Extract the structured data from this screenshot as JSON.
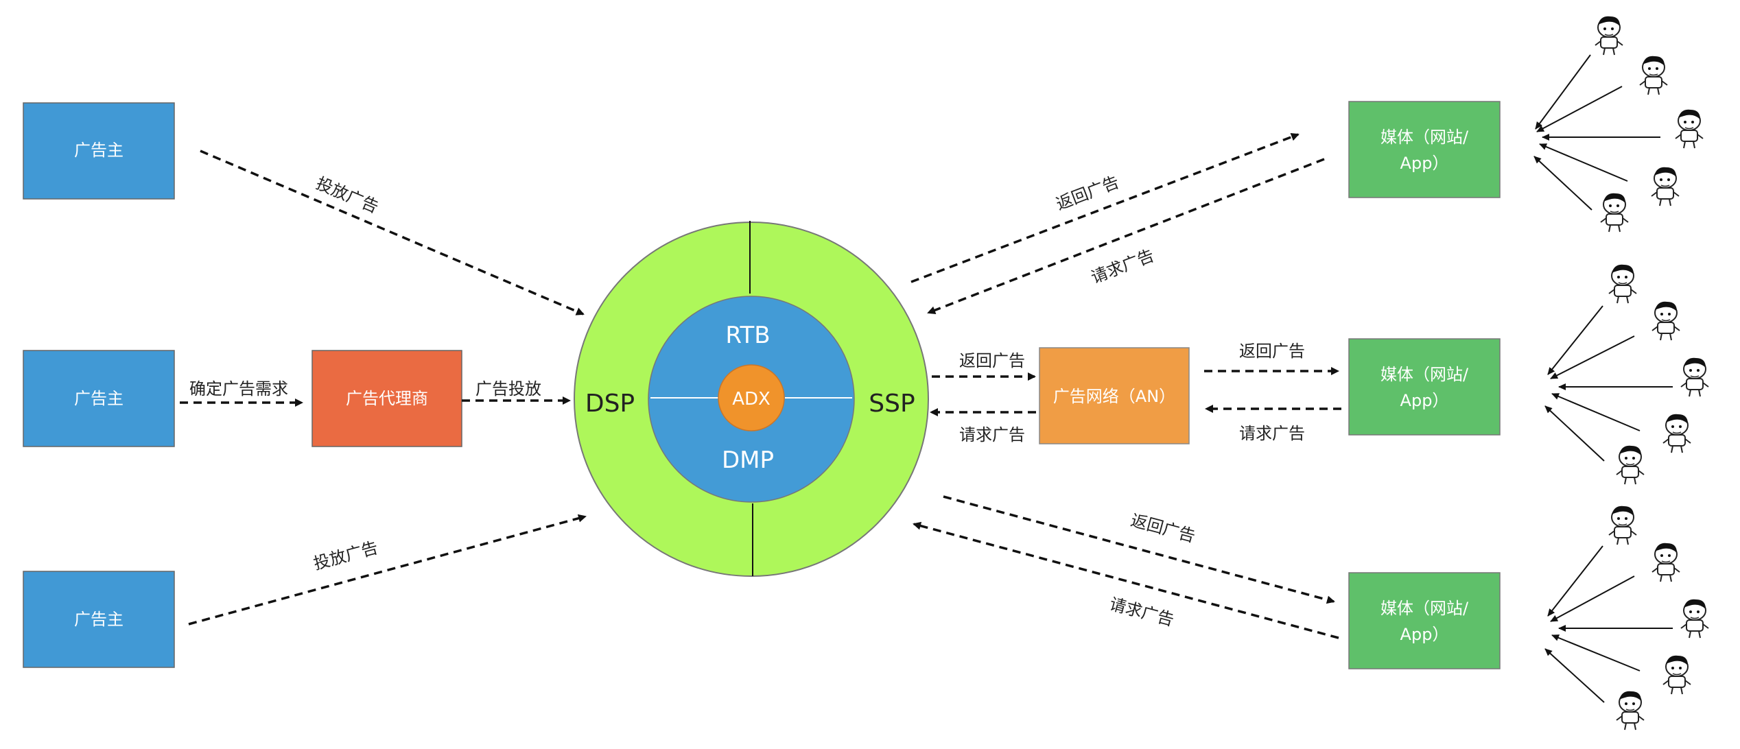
{
  "advertisers": [
    "广告主",
    "广告主",
    "广告主"
  ],
  "agency": {
    "label": "广告代理商"
  },
  "ad_network": {
    "label": "广告网络（AN）"
  },
  "media": [
    {
      "line1": "媒体（网站/",
      "line2": "App）"
    },
    {
      "line1": "媒体（网站/",
      "line2": "App）"
    },
    {
      "line1": "媒体（网站/",
      "line2": "App）"
    }
  ],
  "hub": {
    "outer_left": "DSP",
    "outer_right": "SSP",
    "inner_top": "RTB",
    "inner_bottom": "DMP",
    "center": "ADX"
  },
  "edge_labels": {
    "deliver_top": "投放广告",
    "confirm_needs": "确定广告需求",
    "agency_deliver": "广告投放",
    "deliver_bottom": "投放广告",
    "return_top": "返回广告",
    "request_top": "请求广告",
    "return_an_left": "返回广告",
    "request_an_left": "请求广告",
    "return_an_right": "返回广告",
    "request_an_right": "请求广告",
    "return_bottom": "返回广告",
    "request_bottom": "请求广告"
  },
  "colors": {
    "advertiser": "#4199d5",
    "agency": "#ea6b42",
    "ad_network": "#f09d45",
    "media": "#5fc06a",
    "outer_ring": "#aef75a",
    "inner_ring": "#439bd6",
    "center": "#f0932b",
    "arrow": "#111111"
  }
}
